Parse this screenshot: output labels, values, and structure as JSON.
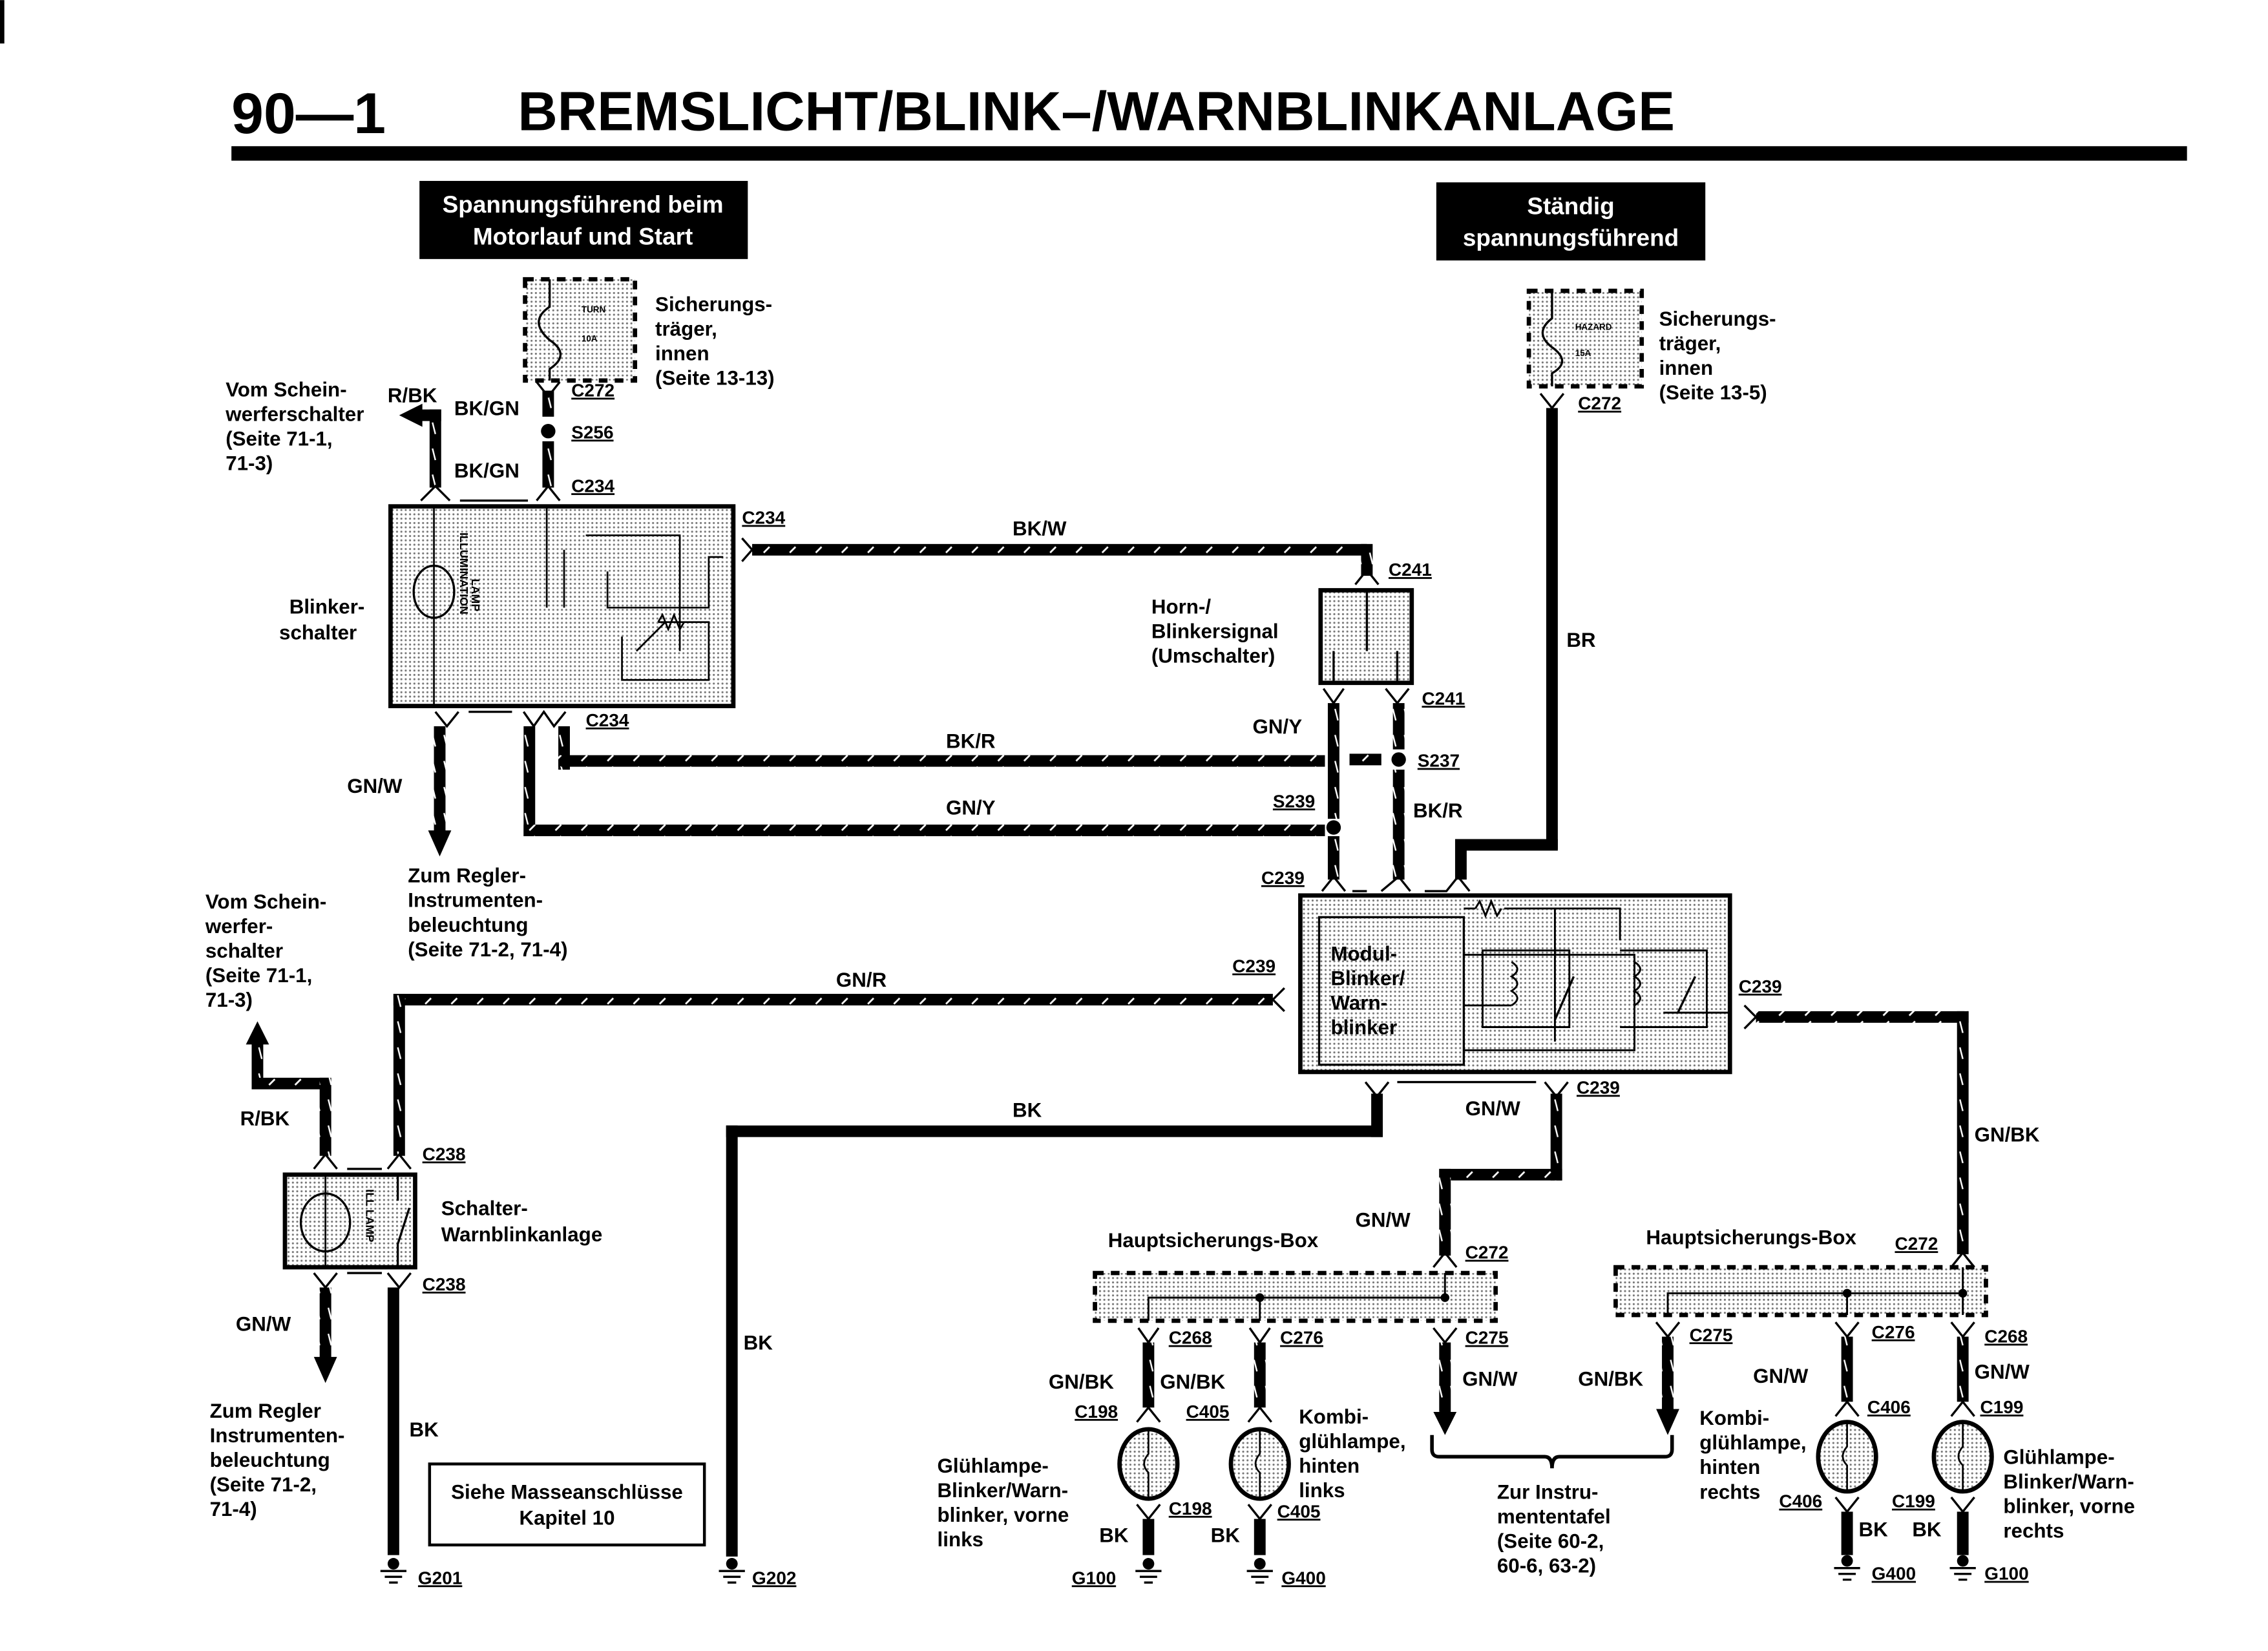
{
  "header": {
    "page_number": "90—1",
    "title": "BREMSLICHT/BLINK–/WARNBLINKANLAGE"
  },
  "power_boxes": [
    {
      "line1": "Spannungsführend beim",
      "line2": "Motorlauf und Start"
    },
    {
      "line1": "Ständig",
      "line2": "spannungsführend"
    }
  ],
  "fuses": [
    {
      "name": "TURN",
      "rating": "10A",
      "label": [
        "Sicherungs-",
        "träger,",
        "innen",
        "(Seite 13-13)"
      ],
      "connector": "C272"
    },
    {
      "name": "HAZARD",
      "rating": "15A",
      "label": [
        "Sicherungs-",
        "träger,",
        "innen",
        "(Seite 13-5)"
      ],
      "connector": "C272"
    }
  ],
  "components": {
    "blinker_switch": {
      "label": [
        "Blinker-",
        "schalter"
      ],
      "inner": [
        "ILLUMINATION",
        "LAMP"
      ]
    },
    "horn_switch": {
      "label": [
        "Horn-/",
        "Blinkersignal",
        "(Umschalter)"
      ]
    },
    "flasher_module": {
      "label": [
        "Modul-",
        "Blinker/",
        "Warn-",
        "blinker"
      ]
    },
    "hazard_switch": {
      "label": [
        "Schalter-",
        "Warnblinkanlage"
      ],
      "inner": "ILL LAMP"
    },
    "fuse_box_left": {
      "label": "Hauptsicherungs-Box"
    },
    "fuse_box_right": {
      "label": "Hauptsicherungs-Box"
    },
    "ground_note": {
      "line1": "Siehe Masseanschlüsse",
      "line2": "Kapitel 10"
    }
  },
  "references": {
    "headlight_switch_top": [
      "Vom Schein-",
      "werferschalter",
      "(Seite 71-1,",
      "71-3)"
    ],
    "dimmer_top": [
      "Zum Regler-",
      "Instrumenten-",
      "beleuchtung",
      "(Seite 71-2, 71-4)"
    ],
    "headlight_switch_left": [
      "Vom Schein-",
      "werfer-",
      "schalter",
      "(Seite 71-1,",
      "71-3)"
    ],
    "dimmer_bottom": [
      "Zum Regler",
      "Instrumenten-",
      "beleuchtung",
      "(Seite 71-2,",
      "71-4)"
    ],
    "instrument_panel": [
      "Zur Instru-",
      "mententafel",
      "(Seite 60-2,",
      "60-6, 63-2)"
    ]
  },
  "lamps": [
    {
      "label": [
        "Glühlampe-",
        "Blinker/Warn-",
        "blinker, vorne",
        "links"
      ],
      "conn_top": "C198",
      "conn_bottom": "C198",
      "ground": "G100"
    },
    {
      "label": [
        "Kombi-",
        "glühlampe,",
        "hinten",
        "links"
      ],
      "conn_top": "C405",
      "conn_bottom": "C405",
      "ground": "G400"
    },
    {
      "label": [
        "Kombi-",
        "glühlampe,",
        "hinten",
        "rechts"
      ],
      "conn_top": "C406",
      "conn_bottom": "C406",
      "ground": "G400"
    },
    {
      "label": [
        "Glühlampe-",
        "Blinker/Warn-",
        "blinker, vorne",
        "rechts"
      ],
      "conn_top": "C199",
      "conn_bottom": "C199",
      "ground": "G100"
    }
  ],
  "wires": {
    "rbk_top": "R/BK",
    "bkgn_1": "BK/GN",
    "bkgn_2": "BK/GN",
    "bkw": "BK/W",
    "br": "BR",
    "gnw_top": "GN/W",
    "bkr_h": "BK/R",
    "gny_h": "GN/Y",
    "gny_v": "GN/Y",
    "bkr_v": "BK/R",
    "gnr": "GN/R",
    "rbk_left": "R/BK",
    "bk_mid": "BK",
    "bk_vert": "BK",
    "gnw_left": "GN/W",
    "bk_left": "BK",
    "gnw_mod": "GN/W",
    "gnbk_right": "GN/BK",
    "gnw_fb": "GN/W",
    "gnbk_l1": "GN/BK",
    "gnbk_l2": "GN/BK",
    "gnw_l3": "GN/W",
    "gnbk_r1": "GN/BK",
    "gnw_r2": "GN/W",
    "gnw_r3": "GN/W",
    "bk_g1": "BK",
    "bk_g2": "BK",
    "bk_g3": "BK",
    "bk_g4": "BK"
  },
  "connectors": {
    "c272_a": "C272",
    "s256": "S256",
    "c234_a": "C234",
    "c234_b": "C234",
    "c234_c": "C234",
    "c241_a": "C241",
    "c241_b": "C241",
    "s237": "S237",
    "s239": "S239",
    "c239_a": "C239",
    "c239_b": "C239",
    "c239_c": "C239",
    "c239_d": "C239",
    "c238_a": "C238",
    "c238_b": "C238",
    "c272_b": "C272",
    "c272_l": "C272",
    "c268_l": "C268",
    "c276_l": "C276",
    "c275_l": "C275",
    "c272_r": "C272",
    "c275_r": "C275",
    "c276_r": "C276",
    "c268_r": "C268",
    "g201": "G201",
    "g202": "G202"
  }
}
